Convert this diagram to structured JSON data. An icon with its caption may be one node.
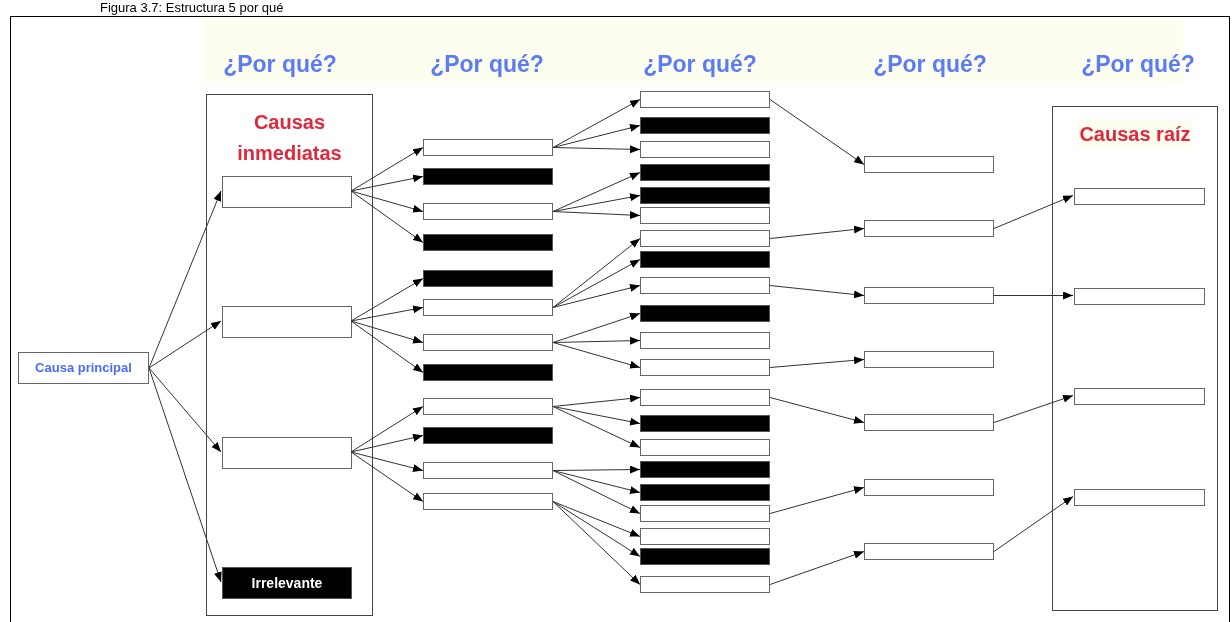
{
  "diagram": {
    "title": "Figura 3.7: Estructura 5 por qué",
    "nodes": [
      {
        "text": [
          "Causa principal"
        ]
      },
      {
        "text": [
          "Causas inmediatas"
        ]
      },
      {
        "text": [],
        "shape": "box",
        "in": 1
      },
      {
        "text": [],
        "shape": "box",
        "in": 1
      },
      {
        "text": [],
        "shape": "box",
        "in": 1
      },
      {
        "text": [
          "Irrelevante"
        ],
        "in": 1
      },
      {
        "text": [],
        "shape": "box"
      },
      {
        "text": [],
        "shape": "bar"
      },
      {
        "text": [],
        "shape": "box"
      },
      {
        "text": [],
        "shape": "bar"
      },
      {
        "text": [],
        "shape": "bar"
      },
      {
        "text": [],
        "shape": "box"
      },
      {
        "text": [],
        "shape": "box"
      },
      {
        "text": [],
        "shape": "bar"
      },
      {
        "text": [],
        "shape": "box"
      },
      {
        "text": [],
        "shape": "bar"
      },
      {
        "text": [],
        "shape": "box"
      },
      {
        "text": [],
        "shape": "box"
      },
      {
        "text": [],
        "shape": "box"
      },
      {
        "text": [],
        "shape": "bar"
      },
      {
        "text": [],
        "shape": "box"
      },
      {
        "text": [],
        "shape": "bar"
      },
      {
        "text": [],
        "shape": "bar"
      },
      {
        "text": [],
        "shape": "box"
      },
      {
        "text": [],
        "shape": "box"
      },
      {
        "text": [],
        "shape": "bar"
      },
      {
        "text": [],
        "shape": "box"
      },
      {
        "text": [],
        "shape": "bar"
      },
      {
        "text": [],
        "shape": "box"
      },
      {
        "text": [],
        "shape": "box"
      },
      {
        "text": [],
        "shape": "box"
      },
      {
        "text": [],
        "shape": "bar"
      },
      {
        "text": [],
        "shape": "box"
      },
      {
        "text": [],
        "shape": "bar"
      },
      {
        "text": [],
        "shape": "bar"
      },
      {
        "text": [],
        "shape": "box"
      },
      {
        "text": [],
        "shape": "box"
      },
      {
        "text": [],
        "shape": "bar"
      },
      {
        "text": [],
        "shape": "box"
      },
      {
        "text": [],
        "shape": "box"
      },
      {
        "text": [],
        "shape": "box"
      },
      {
        "text": [],
        "shape": "box"
      },
      {
        "text": [],
        "shape": "box"
      },
      {
        "text": [],
        "shape": "box"
      },
      {
        "text": [],
        "shape": "box"
      },
      {
        "text": [],
        "shape": "box"
      },
      {
        "text": [
          "Causas raíz"
        ]
      },
      {
        "text": [],
        "shape": "box",
        "in": 46
      },
      {
        "text": [],
        "shape": "box",
        "in": 46
      },
      {
        "text": [],
        "shape": "box",
        "in": 46
      },
      {
        "text": [],
        "shape": "box",
        "in": 46
      }
    ],
    "edges": [
      {
        "from": 0,
        "to": 2,
        "arrow": "to"
      },
      {
        "from": 0,
        "to": 3,
        "arrow": "to"
      },
      {
        "from": 0,
        "to": 4,
        "arrow": "to"
      },
      {
        "from": 0,
        "to": 5,
        "arrow": "to"
      },
      {
        "from": 2,
        "to": 6,
        "arrow": "to"
      },
      {
        "from": 2,
        "to": 7,
        "arrow": "to"
      },
      {
        "from": 2,
        "to": 8,
        "arrow": "to"
      },
      {
        "from": 2,
        "to": 9,
        "arrow": "to"
      },
      {
        "from": 3,
        "to": 10,
        "arrow": "to"
      },
      {
        "from": 3,
        "to": 11,
        "arrow": "to"
      },
      {
        "from": 3,
        "to": 12,
        "arrow": "to"
      },
      {
        "from": 3,
        "to": 13,
        "arrow": "to"
      },
      {
        "from": 4,
        "to": 14,
        "arrow": "to"
      },
      {
        "from": 4,
        "to": 15,
        "arrow": "to"
      },
      {
        "from": 4,
        "to": 16,
        "arrow": "to"
      },
      {
        "from": 4,
        "to": 17,
        "arrow": "to"
      },
      {
        "from": 6,
        "to": 18,
        "arrow": "to"
      },
      {
        "from": 6,
        "to": 19,
        "arrow": "to"
      },
      {
        "from": 6,
        "to": 20,
        "arrow": "to"
      },
      {
        "from": 8,
        "to": 21,
        "arrow": "to"
      },
      {
        "from": 8,
        "to": 22,
        "arrow": "to"
      },
      {
        "from": 8,
        "to": 23,
        "arrow": "to"
      },
      {
        "from": 11,
        "to": 24,
        "arrow": "to"
      },
      {
        "from": 11,
        "to": 25,
        "arrow": "to"
      },
      {
        "from": 11,
        "to": 26,
        "arrow": "to"
      },
      {
        "from": 12,
        "to": 27,
        "arrow": "to"
      },
      {
        "from": 12,
        "to": 28,
        "arrow": "to"
      },
      {
        "from": 12,
        "to": 29,
        "arrow": "to"
      },
      {
        "from": 14,
        "to": 30,
        "arrow": "to"
      },
      {
        "from": 14,
        "to": 31,
        "arrow": "to"
      },
      {
        "from": 14,
        "to": 32,
        "arrow": "to"
      },
      {
        "from": 16,
        "to": 33,
        "arrow": "to"
      },
      {
        "from": 16,
        "to": 34,
        "arrow": "to"
      },
      {
        "from": 16,
        "to": 35,
        "arrow": "to"
      },
      {
        "from": 17,
        "to": 36,
        "arrow": "to"
      },
      {
        "from": 17,
        "to": 37,
        "arrow": "to"
      },
      {
        "from": 17,
        "to": 38,
        "arrow": "to"
      },
      {
        "from": 18,
        "to": 39,
        "arrow": "to"
      },
      {
        "from": 24,
        "to": 40,
        "arrow": "to"
      },
      {
        "from": 26,
        "to": 41,
        "arrow": "to"
      },
      {
        "from": 29,
        "to": 42,
        "arrow": "to"
      },
      {
        "from": 30,
        "to": 43,
        "arrow": "to"
      },
      {
        "from": 35,
        "to": 44,
        "arrow": "to"
      },
      {
        "from": 38,
        "to": 45,
        "arrow": "to"
      },
      {
        "from": 40,
        "to": 47,
        "arrow": "to"
      },
      {
        "from": 41,
        "to": 48,
        "arrow": "to"
      },
      {
        "from": 43,
        "to": 49,
        "arrow": "to"
      },
      {
        "from": 45,
        "to": 50,
        "arrow": "to"
      }
    ],
    "labels": [
      "¿Por qué?",
      "¿Por qué?",
      "¿Por qué?",
      "¿Por qué?",
      "¿Por qué?"
    ]
  }
}
